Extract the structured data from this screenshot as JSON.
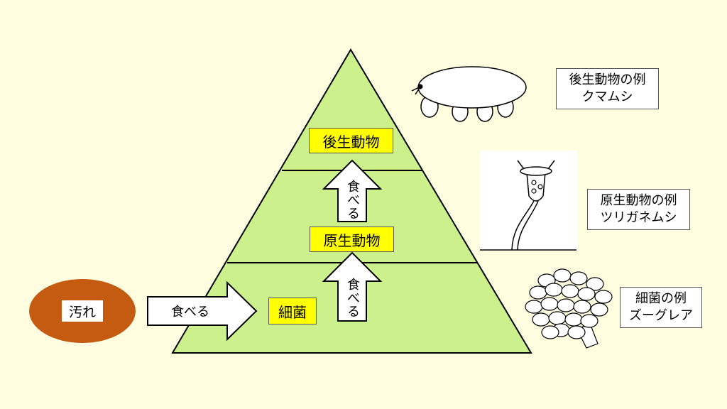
{
  "colors": {
    "background": "#fffde0",
    "pyramid_fill": "#ccf08c",
    "tier_label_fill": "#ffff00",
    "dirt_fill": "#c55a11"
  },
  "pyramid": {
    "top_label": "後生動物",
    "middle_label": "原生動物",
    "bottom_label": "細菌"
  },
  "dirt": {
    "label": "汚れ"
  },
  "arrows": {
    "dirt_to_bacteria": "食べる",
    "bacteria_to_protozoa": "食べる",
    "protozoa_to_metazoa": "食べる"
  },
  "examples": {
    "metazoa": {
      "line1": "後生動物の例",
      "line2": "クマムシ",
      "icon": "tardigrade-icon"
    },
    "protozoa": {
      "line1": "原生動物の例",
      "line2": "ツリガネムシ",
      "icon": "vorticella-icon"
    },
    "bacteria": {
      "line1": "細菌の例",
      "line2": "ズーグレア",
      "icon": "zoogloea-icon"
    }
  }
}
